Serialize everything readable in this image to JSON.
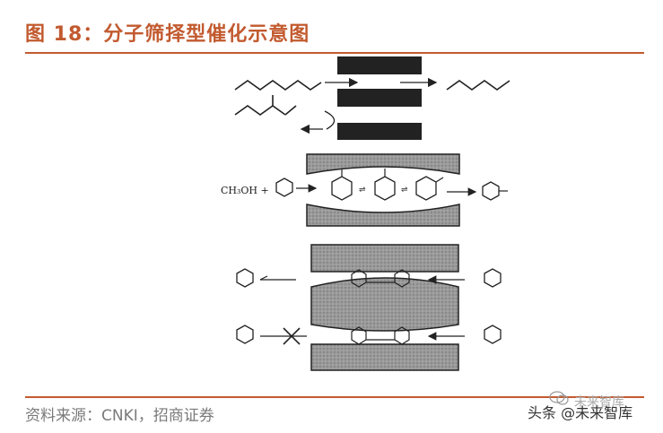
{
  "figure": {
    "title": "图 18：分子筛择型催化示意图",
    "source": "资料来源：CNKI，招商证券"
  },
  "diagram": {
    "reactant_label": "CH₃OH +"
  },
  "watermark": {
    "text": "头条 @未来智库",
    "text_top": "未来智库"
  },
  "colors": {
    "accent": "#c25a2f",
    "wall_dark": "#2a2a2a",
    "wall_gray": "#8c8c8c"
  }
}
